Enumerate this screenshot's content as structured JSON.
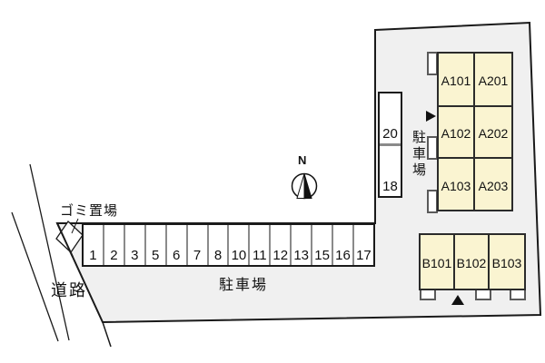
{
  "diagram": {
    "north_label": "N",
    "road_label": "道路",
    "garbage_label": "ゴミ置場",
    "parking_lot_label": "駐車場",
    "side_parking_label": "駐車場"
  },
  "parking": {
    "row_stalls": [
      "1",
      "2",
      "3",
      "5",
      "6",
      "7",
      "8",
      "10",
      "11",
      "12",
      "13",
      "15",
      "16",
      "17"
    ],
    "side_stalls": [
      "20",
      "18"
    ]
  },
  "buildings": {
    "a": {
      "rows": [
        [
          "A101",
          "A201"
        ],
        [
          "A102",
          "A202"
        ],
        [
          "A103",
          "A203"
        ]
      ]
    },
    "b": {
      "units": [
        "B101",
        "B102",
        "B103"
      ]
    }
  },
  "colors": {
    "site_fill": "#f0f0f0",
    "unit_fill": "#faf4d1",
    "stall_fill": "#ffffff",
    "line": "#1a1a1a"
  }
}
